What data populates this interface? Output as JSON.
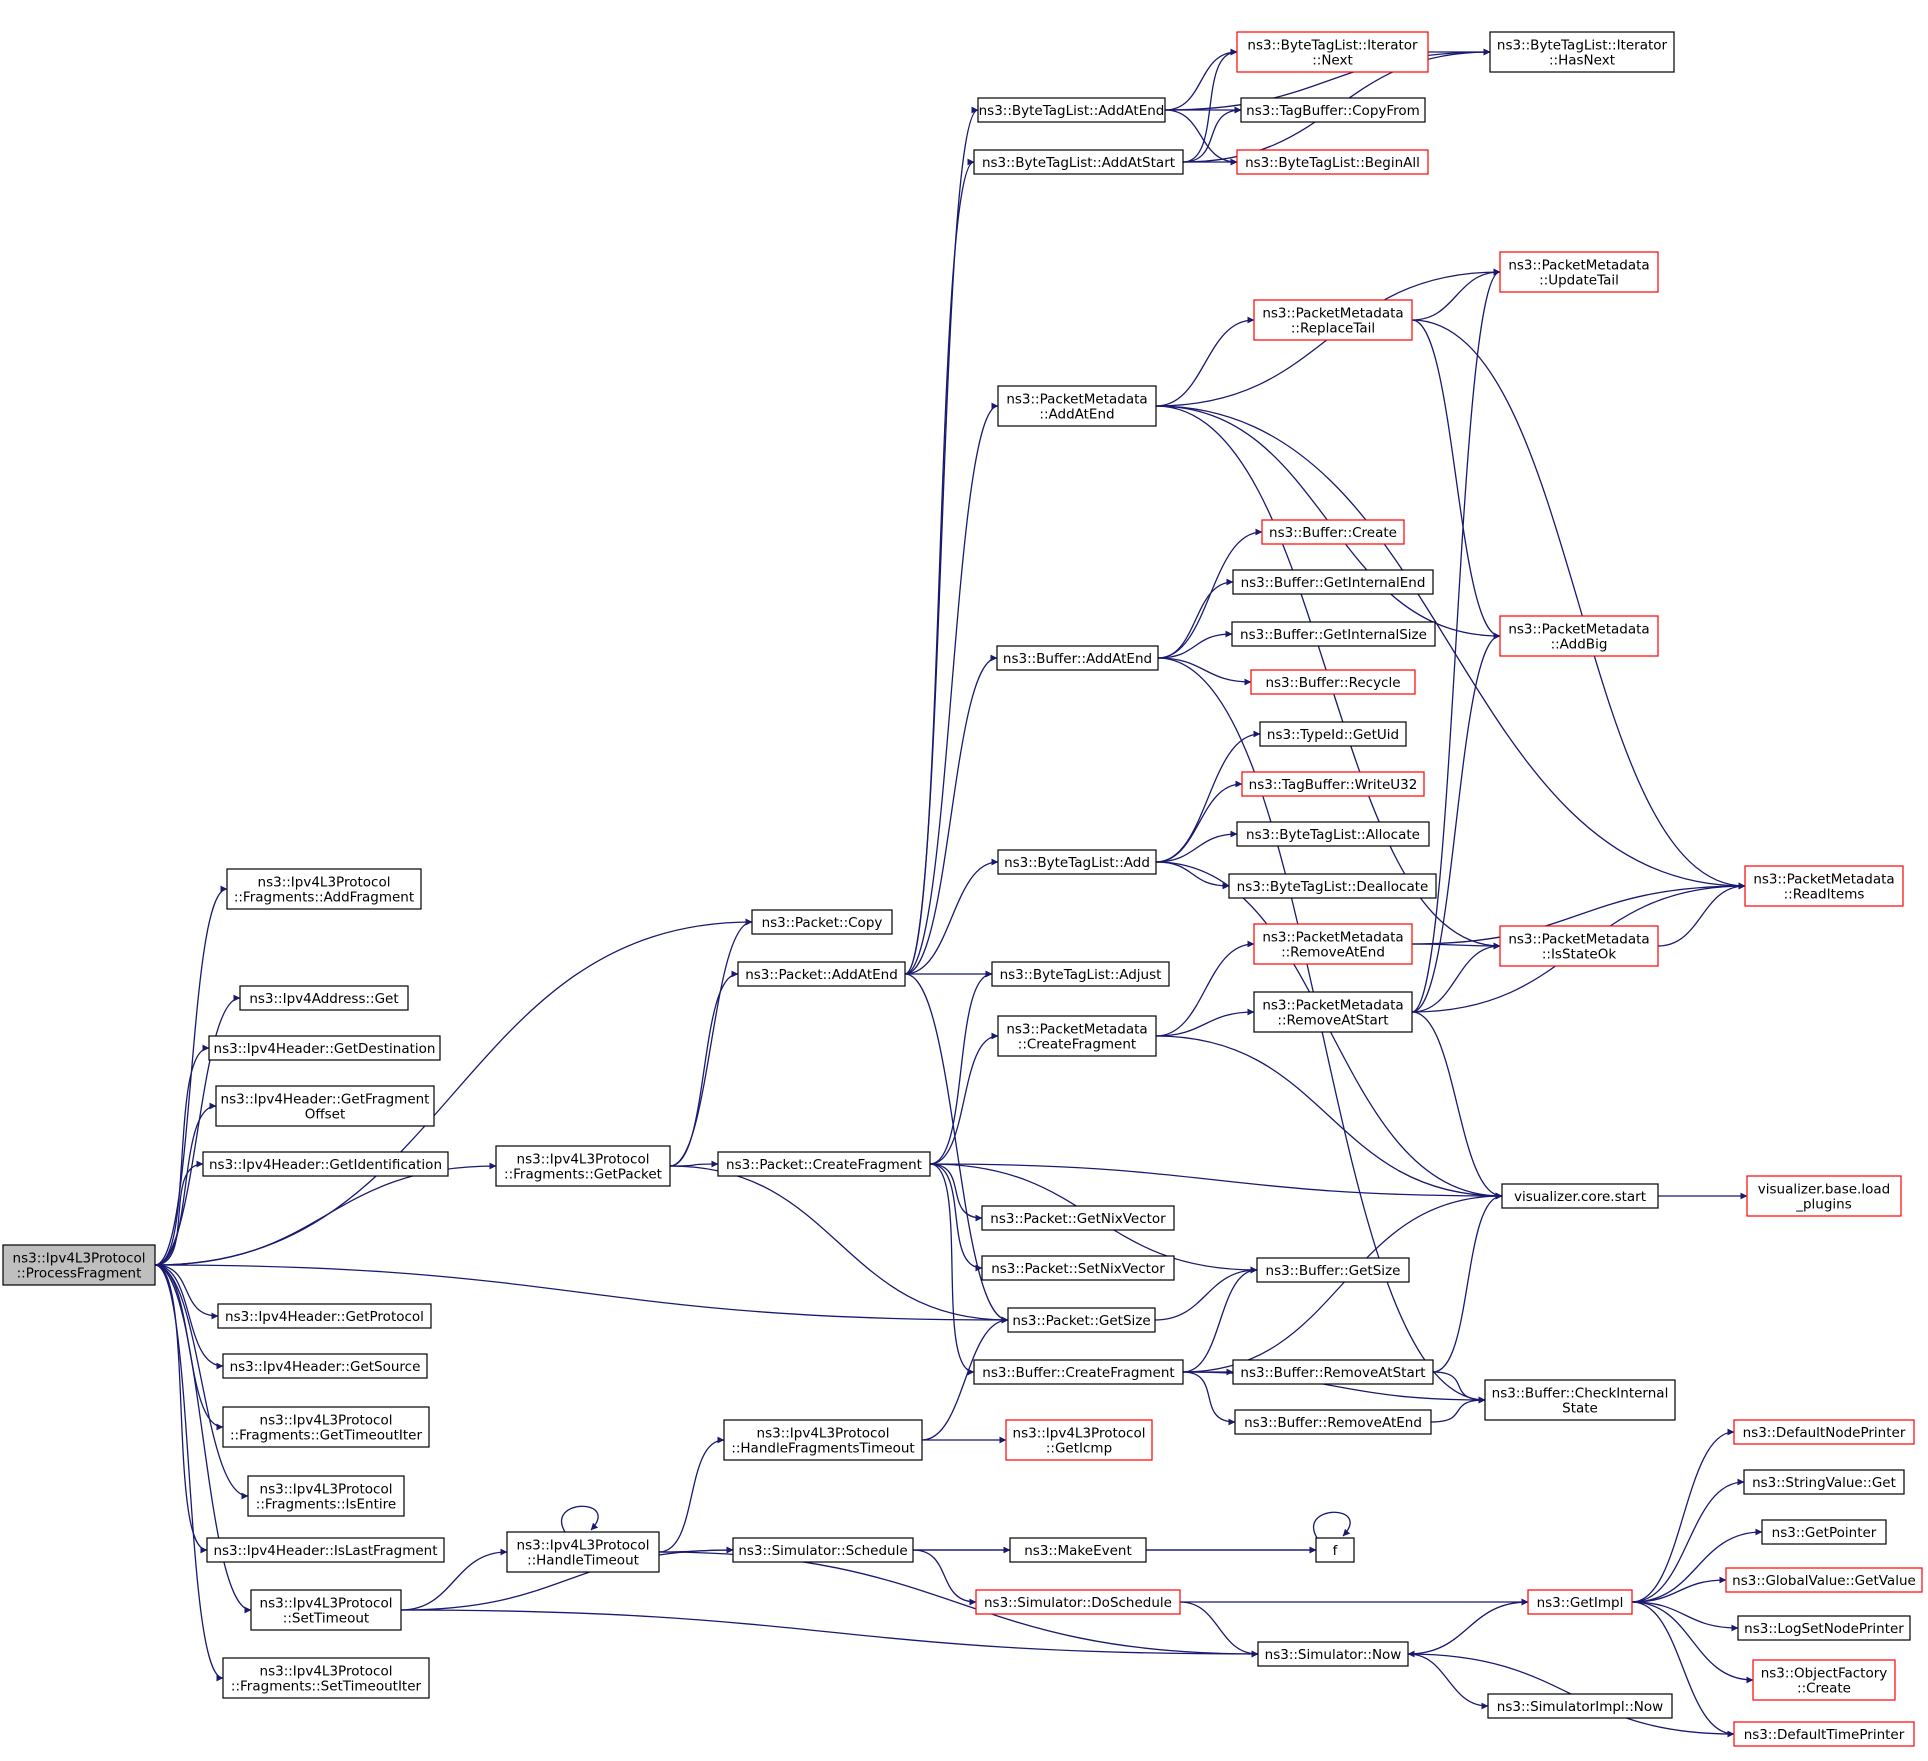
{
  "graph": {
    "colors": {
      "edge": "#191970",
      "border_normal": "#000000",
      "border_truncated": "#ff0000",
      "fill_root": "#bfbfbf",
      "fill_normal": "#ffffff",
      "text": "#000000"
    },
    "nodes": [
      {
        "id": "root",
        "lines": [
          "ns3::Ipv4L3Protocol",
          "::ProcessFragment"
        ],
        "root": true
      },
      {
        "id": "addFragment",
        "lines": [
          "ns3::Ipv4L3Protocol",
          "::Fragments::AddFragment"
        ]
      },
      {
        "id": "pktCopy",
        "lines": [
          "ns3::Packet::Copy"
        ]
      },
      {
        "id": "ipv4AddrGet",
        "lines": [
          "ns3::Ipv4Address::Get"
        ]
      },
      {
        "id": "getDestination",
        "lines": [
          "ns3::Ipv4Header::GetDestination"
        ]
      },
      {
        "id": "getFragOffset",
        "lines": [
          "ns3::Ipv4Header::GetFragment",
          "Offset"
        ]
      },
      {
        "id": "getIdentification",
        "lines": [
          "ns3::Ipv4Header::GetIdentification"
        ]
      },
      {
        "id": "fragGetPacket",
        "lines": [
          "ns3::Ipv4L3Protocol",
          "::Fragments::GetPacket"
        ]
      },
      {
        "id": "getProtocol",
        "lines": [
          "ns3::Ipv4Header::GetProtocol"
        ]
      },
      {
        "id": "getSource",
        "lines": [
          "ns3::Ipv4Header::GetSource"
        ]
      },
      {
        "id": "getTimeoutIter",
        "lines": [
          "ns3::Ipv4L3Protocol",
          "::Fragments::GetTimeoutIter"
        ]
      },
      {
        "id": "isEntire",
        "lines": [
          "ns3::Ipv4L3Protocol",
          "::Fragments::IsEntire"
        ]
      },
      {
        "id": "isLastFragment",
        "lines": [
          "ns3::Ipv4Header::IsLastFragment"
        ]
      },
      {
        "id": "setTimeout",
        "lines": [
          "ns3::Ipv4L3Protocol",
          "::SetTimeout"
        ]
      },
      {
        "id": "setTimeoutIter",
        "lines": [
          "ns3::Ipv4L3Protocol",
          "::Fragments::SetTimeoutIter"
        ]
      },
      {
        "id": "pktAddAtEnd",
        "lines": [
          "ns3::Packet::AddAtEnd"
        ]
      },
      {
        "id": "pktCreateFragment",
        "lines": [
          "ns3::Packet::CreateFragment"
        ]
      },
      {
        "id": "pktGetSize",
        "lines": [
          "ns3::Packet::GetSize"
        ]
      },
      {
        "id": "handleFragTimeout",
        "lines": [
          "ns3::Ipv4L3Protocol",
          "::HandleFragmentsTimeout"
        ]
      },
      {
        "id": "handleTimeout",
        "lines": [
          "ns3::Ipv4L3Protocol",
          "::HandleTimeout"
        ]
      },
      {
        "id": "simSchedule",
        "lines": [
          "ns3::Simulator::Schedule"
        ]
      },
      {
        "id": "btlAddAtEnd",
        "lines": [
          "ns3::ByteTagList::AddAtEnd"
        ]
      },
      {
        "id": "btlAddAtStart",
        "lines": [
          "ns3::ByteTagList::AddAtStart"
        ]
      },
      {
        "id": "pmAddAtEnd",
        "lines": [
          "ns3::PacketMetadata",
          "::AddAtEnd"
        ]
      },
      {
        "id": "bufAddAtEnd",
        "lines": [
          "ns3::Buffer::AddAtEnd"
        ]
      },
      {
        "id": "btlAdd",
        "lines": [
          "ns3::ByteTagList::Add"
        ]
      },
      {
        "id": "btlAdjust",
        "lines": [
          "ns3::ByteTagList::Adjust"
        ]
      },
      {
        "id": "pmCreateFragment",
        "lines": [
          "ns3::PacketMetadata",
          "::CreateFragment"
        ]
      },
      {
        "id": "getNixVector",
        "lines": [
          "ns3::Packet::GetNixVector"
        ]
      },
      {
        "id": "setNixVector",
        "lines": [
          "ns3::Packet::SetNixVector"
        ]
      },
      {
        "id": "bufCreateFragment",
        "lines": [
          "ns3::Buffer::CreateFragment"
        ]
      },
      {
        "id": "getIcmp",
        "lines": [
          "ns3::Ipv4L3Protocol",
          "::GetIcmp"
        ],
        "truncated": true
      },
      {
        "id": "makeEvent",
        "lines": [
          "ns3::MakeEvent"
        ]
      },
      {
        "id": "simDoSchedule",
        "lines": [
          "ns3::Simulator::DoSchedule"
        ],
        "truncated": true
      },
      {
        "id": "itNext",
        "lines": [
          "ns3::ByteTagList::Iterator",
          "::Next"
        ],
        "truncated": true
      },
      {
        "id": "tbCopyFrom",
        "lines": [
          "ns3::TagBuffer::CopyFrom"
        ]
      },
      {
        "id": "btlBeginAll",
        "lines": [
          "ns3::ByteTagList::BeginAll"
        ],
        "truncated": true
      },
      {
        "id": "pmReplaceTail",
        "lines": [
          "ns3::PacketMetadata",
          "::ReplaceTail"
        ],
        "truncated": true
      },
      {
        "id": "bufCreate",
        "lines": [
          "ns3::Buffer::Create"
        ],
        "truncated": true
      },
      {
        "id": "bufGetInternalEnd",
        "lines": [
          "ns3::Buffer::GetInternalEnd"
        ]
      },
      {
        "id": "bufGetInternalSize",
        "lines": [
          "ns3::Buffer::GetInternalSize"
        ]
      },
      {
        "id": "bufRecycle",
        "lines": [
          "ns3::Buffer::Recycle"
        ],
        "truncated": true
      },
      {
        "id": "typeIdGetUid",
        "lines": [
          "ns3::TypeId::GetUid"
        ]
      },
      {
        "id": "tbWriteU32",
        "lines": [
          "ns3::TagBuffer::WriteU32"
        ],
        "truncated": true
      },
      {
        "id": "btlAllocate",
        "lines": [
          "ns3::ByteTagList::Allocate"
        ]
      },
      {
        "id": "btlDeallocate",
        "lines": [
          "ns3::ByteTagList::Deallocate"
        ]
      },
      {
        "id": "pmRemoveAtEnd",
        "lines": [
          "ns3::PacketMetadata",
          "::RemoveAtEnd"
        ],
        "truncated": true
      },
      {
        "id": "pmRemoveAtStart",
        "lines": [
          "ns3::PacketMetadata",
          "::RemoveAtStart"
        ]
      },
      {
        "id": "bufGetSize",
        "lines": [
          "ns3::Buffer::GetSize"
        ]
      },
      {
        "id": "bufRemoveAtStart",
        "lines": [
          "ns3::Buffer::RemoveAtStart"
        ]
      },
      {
        "id": "bufRemoveAtEnd",
        "lines": [
          "ns3::Buffer::RemoveAtEnd"
        ]
      },
      {
        "id": "f",
        "lines": [
          "f"
        ]
      },
      {
        "id": "simNow",
        "lines": [
          "ns3::Simulator::Now"
        ]
      },
      {
        "id": "itHasNext",
        "lines": [
          "ns3::ByteTagList::Iterator",
          "::HasNext"
        ]
      },
      {
        "id": "pmUpdateTail",
        "lines": [
          "ns3::PacketMetadata",
          "::UpdateTail"
        ],
        "truncated": true
      },
      {
        "id": "pmAddBig",
        "lines": [
          "ns3::PacketMetadata",
          "::AddBig"
        ],
        "truncated": true
      },
      {
        "id": "pmIsStateOk",
        "lines": [
          "ns3::PacketMetadata",
          "::IsStateOk"
        ],
        "truncated": true
      },
      {
        "id": "vizCoreStart",
        "lines": [
          "visualizer.core.start"
        ]
      },
      {
        "id": "bufCheckInternalState",
        "lines": [
          "ns3::Buffer::CheckInternal",
          "State"
        ]
      },
      {
        "id": "getImpl",
        "lines": [
          "ns3::GetImpl"
        ],
        "truncated": true
      },
      {
        "id": "simImplNow",
        "lines": [
          "ns3::SimulatorImpl::Now"
        ]
      },
      {
        "id": "pmReadItems",
        "lines": [
          "ns3::PacketMetadata",
          "::ReadItems"
        ],
        "truncated": true
      },
      {
        "id": "vizLoadPlugins",
        "lines": [
          "visualizer.base.load",
          "_plugins"
        ],
        "truncated": true
      },
      {
        "id": "defaultNodePrinter",
        "lines": [
          "ns3::DefaultNodePrinter"
        ],
        "truncated": true
      },
      {
        "id": "stringValueGet",
        "lines": [
          "ns3::StringValue::Get"
        ]
      },
      {
        "id": "getPointer",
        "lines": [
          "ns3::GetPointer"
        ]
      },
      {
        "id": "globalValueGetValue",
        "lines": [
          "ns3::GlobalValue::GetValue"
        ],
        "truncated": true
      },
      {
        "id": "logSetNodePrinter",
        "lines": [
          "ns3::LogSetNodePrinter"
        ]
      },
      {
        "id": "objectFactoryCreate",
        "lines": [
          "ns3::ObjectFactory",
          "::Create"
        ],
        "truncated": true
      },
      {
        "id": "defaultTimePrinter",
        "lines": [
          "ns3::DefaultTimePrinter"
        ],
        "truncated": true
      }
    ],
    "edges": [
      [
        "root",
        "addFragment"
      ],
      [
        "root",
        "pktCopy"
      ],
      [
        "root",
        "ipv4AddrGet"
      ],
      [
        "root",
        "getDestination"
      ],
      [
        "root",
        "getFragOffset"
      ],
      [
        "root",
        "getIdentification"
      ],
      [
        "root",
        "fragGetPacket"
      ],
      [
        "root",
        "getProtocol"
      ],
      [
        "root",
        "getSource"
      ],
      [
        "root",
        "getTimeoutIter"
      ],
      [
        "root",
        "isEntire"
      ],
      [
        "root",
        "isLastFragment"
      ],
      [
        "root",
        "setTimeout"
      ],
      [
        "root",
        "setTimeoutIter"
      ],
      [
        "root",
        "pktGetSize"
      ],
      [
        "fragGetPacket",
        "pktCopy"
      ],
      [
        "fragGetPacket",
        "pktAddAtEnd"
      ],
      [
        "fragGetPacket",
        "pktCreateFragment"
      ],
      [
        "fragGetPacket",
        "pktGetSize"
      ],
      [
        "pktAddAtEnd",
        "btlAddAtEnd"
      ],
      [
        "pktAddAtEnd",
        "btlAddAtStart"
      ],
      [
        "pktAddAtEnd",
        "pmAddAtEnd"
      ],
      [
        "pktAddAtEnd",
        "bufAddAtEnd"
      ],
      [
        "pktAddAtEnd",
        "btlAdd"
      ],
      [
        "pktAddAtEnd",
        "btlAdjust"
      ],
      [
        "pktAddAtEnd",
        "pktGetSize"
      ],
      [
        "pktCreateFragment",
        "btlAdjust"
      ],
      [
        "pktCreateFragment",
        "pmCreateFragment"
      ],
      [
        "pktCreateFragment",
        "getNixVector"
      ],
      [
        "pktCreateFragment",
        "setNixVector"
      ],
      [
        "pktCreateFragment",
        "bufCreateFragment"
      ],
      [
        "pktCreateFragment",
        "bufGetSize"
      ],
      [
        "pktCreateFragment",
        "vizCoreStart"
      ],
      [
        "pktGetSize",
        "bufGetSize"
      ],
      [
        "btlAddAtEnd",
        "itNext"
      ],
      [
        "btlAddAtEnd",
        "tbCopyFrom"
      ],
      [
        "btlAddAtEnd",
        "btlBeginAll"
      ],
      [
        "btlAddAtEnd",
        "itHasNext"
      ],
      [
        "btlAddAtStart",
        "itNext"
      ],
      [
        "btlAddAtStart",
        "tbCopyFrom"
      ],
      [
        "btlAddAtStart",
        "btlBeginAll"
      ],
      [
        "btlAddAtStart",
        "itHasNext"
      ],
      [
        "itNext",
        "itHasNext"
      ],
      [
        "pmAddAtEnd",
        "pmUpdateTail"
      ],
      [
        "pmAddAtEnd",
        "pmReplaceTail"
      ],
      [
        "pmAddAtEnd",
        "pmAddBig"
      ],
      [
        "pmAddAtEnd",
        "pmIsStateOk"
      ],
      [
        "pmAddAtEnd",
        "pmReadItems"
      ],
      [
        "pmReplaceTail",
        "pmUpdateTail"
      ],
      [
        "pmReplaceTail",
        "pmAddBig"
      ],
      [
        "pmReplaceTail",
        "pmReadItems"
      ],
      [
        "bufAddAtEnd",
        "bufCreate"
      ],
      [
        "bufAddAtEnd",
        "bufGetInternalEnd"
      ],
      [
        "bufAddAtEnd",
        "bufGetInternalSize"
      ],
      [
        "bufAddAtEnd",
        "bufRecycle"
      ],
      [
        "bufAddAtEnd",
        "bufCheckInternalState"
      ],
      [
        "btlAdd",
        "typeIdGetUid"
      ],
      [
        "btlAdd",
        "tbWriteU32"
      ],
      [
        "btlAdd",
        "btlAllocate"
      ],
      [
        "btlAdd",
        "btlDeallocate"
      ],
      [
        "btlAdd",
        "vizCoreStart"
      ],
      [
        "pmCreateFragment",
        "pmRemoveAtEnd"
      ],
      [
        "pmCreateFragment",
        "pmRemoveAtStart"
      ],
      [
        "pmCreateFragment",
        "vizCoreStart"
      ],
      [
        "pmRemoveAtEnd",
        "pmIsStateOk"
      ],
      [
        "pmRemoveAtEnd",
        "pmReadItems"
      ],
      [
        "pmRemoveAtStart",
        "pmUpdateTail"
      ],
      [
        "pmRemoveAtStart",
        "pmAddBig"
      ],
      [
        "pmRemoveAtStart",
        "pmIsStateOk"
      ],
      [
        "pmRemoveAtStart",
        "pmReadItems"
      ],
      [
        "pmRemoveAtStart",
        "vizCoreStart"
      ],
      [
        "pmIsStateOk",
        "pmReadItems"
      ],
      [
        "bufCreateFragment",
        "bufRemoveAtStart"
      ],
      [
        "bufCreateFragment",
        "bufRemoveAtEnd"
      ],
      [
        "bufCreateFragment",
        "bufGetSize"
      ],
      [
        "bufCreateFragment",
        "bufCheckInternalState"
      ],
      [
        "bufCreateFragment",
        "vizCoreStart"
      ],
      [
        "bufRemoveAtStart",
        "bufCheckInternalState"
      ],
      [
        "bufRemoveAtStart",
        "vizCoreStart"
      ],
      [
        "bufRemoveAtEnd",
        "bufCheckInternalState"
      ],
      [
        "vizCoreStart",
        "vizLoadPlugins"
      ],
      [
        "setTimeout",
        "handleTimeout"
      ],
      [
        "setTimeout",
        "simSchedule"
      ],
      [
        "setTimeout",
        "simNow"
      ],
      [
        "handleTimeout",
        "handleTimeout"
      ],
      [
        "handleTimeout",
        "handleFragTimeout"
      ],
      [
        "handleTimeout",
        "simSchedule"
      ],
      [
        "handleTimeout",
        "simNow"
      ],
      [
        "handleFragTimeout",
        "pktGetSize"
      ],
      [
        "handleFragTimeout",
        "getIcmp"
      ],
      [
        "simSchedule",
        "makeEvent"
      ],
      [
        "simSchedule",
        "simDoSchedule"
      ],
      [
        "simSchedule",
        "f"
      ],
      [
        "makeEvent",
        "f"
      ],
      [
        "f",
        "f"
      ],
      [
        "simDoSchedule",
        "getImpl"
      ],
      [
        "simDoSchedule",
        "simNow"
      ],
      [
        "simNow",
        "getImpl"
      ],
      [
        "simNow",
        "simImplNow"
      ],
      [
        "getImpl",
        "defaultNodePrinter"
      ],
      [
        "getImpl",
        "stringValueGet"
      ],
      [
        "getImpl",
        "getPointer"
      ],
      [
        "getImpl",
        "globalValueGetValue"
      ],
      [
        "getImpl",
        "logSetNodePrinter"
      ],
      [
        "getImpl",
        "objectFactoryCreate"
      ],
      [
        "getImpl",
        "defaultTimePrinter"
      ],
      [
        "defaultTimePrinter",
        "simNow"
      ]
    ]
  }
}
